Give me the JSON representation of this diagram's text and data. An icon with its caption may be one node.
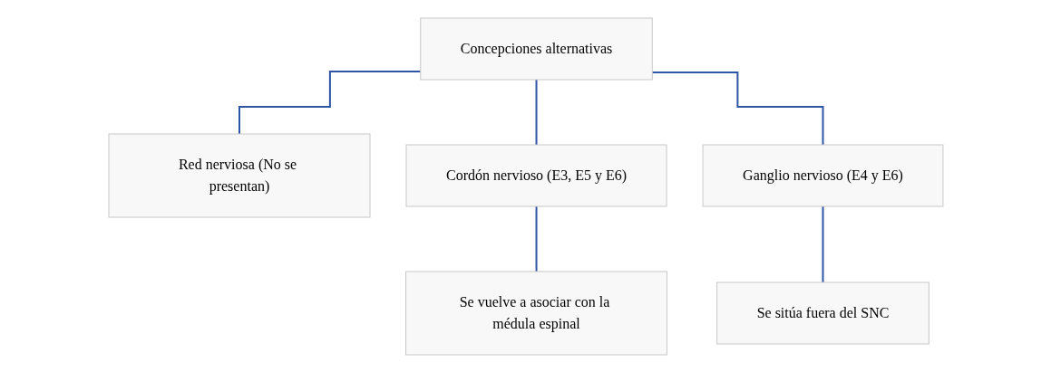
{
  "diagram": {
    "nodes": [
      {
        "text": [
          "Concepciones alternativas"
        ]
      },
      {
        "text": [
          "Red nerviosa (No se presentan)"
        ]
      },
      {
        "text": [
          "Cordón nervioso (E3, E5 y E6)"
        ]
      },
      {
        "text": [
          "Ganglio nervioso (E4 y E6)"
        ]
      },
      {
        "text": [
          "Se vuelve a asociar con la médula espinal"
        ]
      },
      {
        "text": [
          "Se sitúa fuera del SNC"
        ]
      }
    ],
    "edges": [
      {
        "from": 0,
        "to": 1,
        "arrow": "none",
        "color": "#2f55a4"
      },
      {
        "from": 0,
        "to": 2,
        "arrow": "none",
        "color": "#2f55a4"
      },
      {
        "from": 0,
        "to": 3,
        "arrow": "none",
        "color": "#2f55a4"
      },
      {
        "from": 2,
        "to": 4,
        "arrow": "none",
        "color": "#2f55a4"
      },
      {
        "from": 3,
        "to": 5,
        "arrow": "none",
        "color": "#2f55a4"
      }
    ]
  }
}
